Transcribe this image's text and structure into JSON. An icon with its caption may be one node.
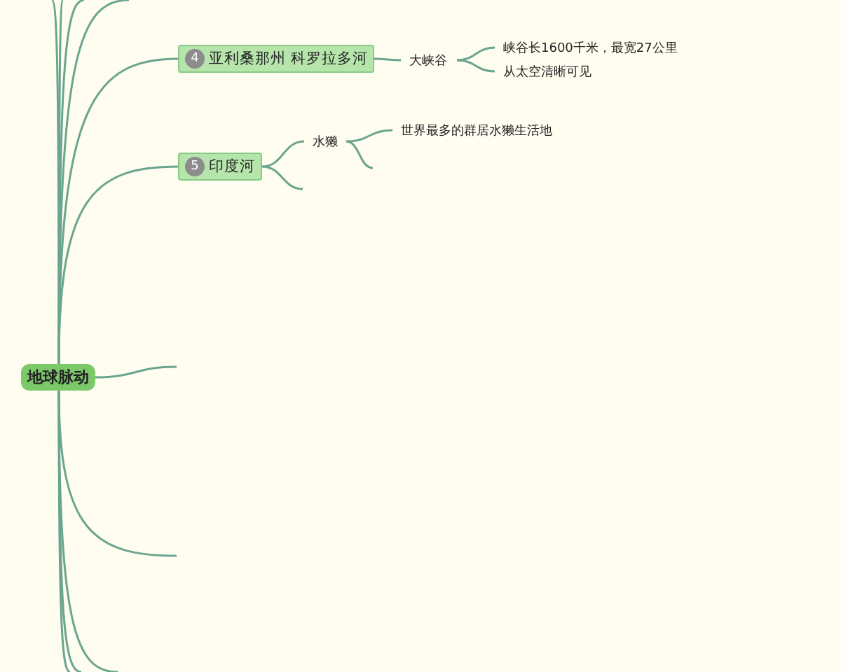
{
  "diagram": {
    "nodes": [
      {
        "text": [
          "地球脉动"
        ]
      },
      {
        "text": [
          "4",
          "亚利桑那州 科罗拉多河"
        ]
      },
      {
        "text": [
          "大峡谷"
        ]
      },
      {
        "text": [
          "峡谷长1600千米，最宽27公里"
        ]
      },
      {
        "text": [
          "从太空清晰可见"
        ]
      },
      {
        "text": [
          "5",
          "印度河"
        ]
      },
      {
        "text": [
          "水獭"
        ]
      },
      {
        "text": [
          "世界最多的群居水獭生活地"
        ]
      }
    ],
    "edges": [
      {
        "from": 0,
        "to": 1,
        "arrow": "none"
      },
      {
        "from": 1,
        "to": 2,
        "arrow": "none"
      },
      {
        "from": 2,
        "to": 3,
        "arrow": "none"
      },
      {
        "from": 2,
        "to": 4,
        "arrow": "none"
      },
      {
        "from": 0,
        "to": 5,
        "arrow": "none"
      },
      {
        "from": 5,
        "to": 6,
        "arrow": "none"
      },
      {
        "from": 6,
        "to": 7,
        "arrow": "none"
      },
      {
        "from": 6,
        "to": null,
        "arrow": "none"
      },
      {
        "from": 5,
        "to": null,
        "arrow": "none"
      },
      {
        "from": 0,
        "to": null,
        "arrow": "none"
      },
      {
        "from": 0,
        "to": null,
        "arrow": "none"
      },
      {
        "from": 0,
        "to": null,
        "arrow": "none"
      },
      {
        "from": 0,
        "to": null,
        "arrow": "none"
      },
      {
        "from": 0,
        "to": null,
        "arrow": "none"
      },
      {
        "from": 0,
        "to": null,
        "arrow": "none"
      },
      {
        "from": 0,
        "to": null,
        "arrow": "none"
      },
      {
        "from": 0,
        "to": null,
        "arrow": "none"
      },
      {
        "from": 0,
        "to": null,
        "arrow": "none"
      }
    ]
  }
}
